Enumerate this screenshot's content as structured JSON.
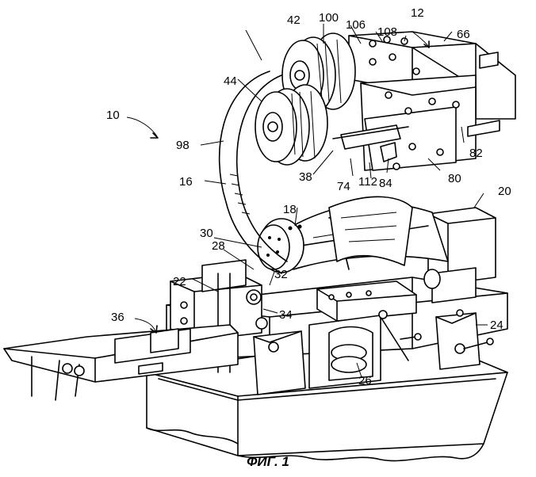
{
  "figure": {
    "caption": "ФИГ. 1",
    "labels": [
      {
        "id": "10",
        "text": "10"
      },
      {
        "id": "12",
        "text": "12"
      },
      {
        "id": "16",
        "text": "16"
      },
      {
        "id": "18",
        "text": "18"
      },
      {
        "id": "20",
        "text": "20"
      },
      {
        "id": "22",
        "text": "22"
      },
      {
        "id": "24",
        "text": "24"
      },
      {
        "id": "26",
        "text": "26"
      },
      {
        "id": "28",
        "text": "28"
      },
      {
        "id": "30",
        "text": "30"
      },
      {
        "id": "32",
        "text": "32"
      },
      {
        "id": "34",
        "text": "34"
      },
      {
        "id": "36",
        "text": "36"
      },
      {
        "id": "38",
        "text": "38"
      },
      {
        "id": "42",
        "text": "42"
      },
      {
        "id": "44",
        "text": "44"
      },
      {
        "id": "66",
        "text": "66"
      },
      {
        "id": "74",
        "text": "74"
      },
      {
        "id": "80",
        "text": "80"
      },
      {
        "id": "82",
        "text": "82"
      },
      {
        "id": "84",
        "text": "84"
      },
      {
        "id": "98",
        "text": "98"
      },
      {
        "id": "100",
        "text": "100"
      },
      {
        "id": "106",
        "text": "106"
      },
      {
        "id": "108",
        "text": "108"
      },
      {
        "id": "112",
        "text": "112"
      }
    ]
  }
}
